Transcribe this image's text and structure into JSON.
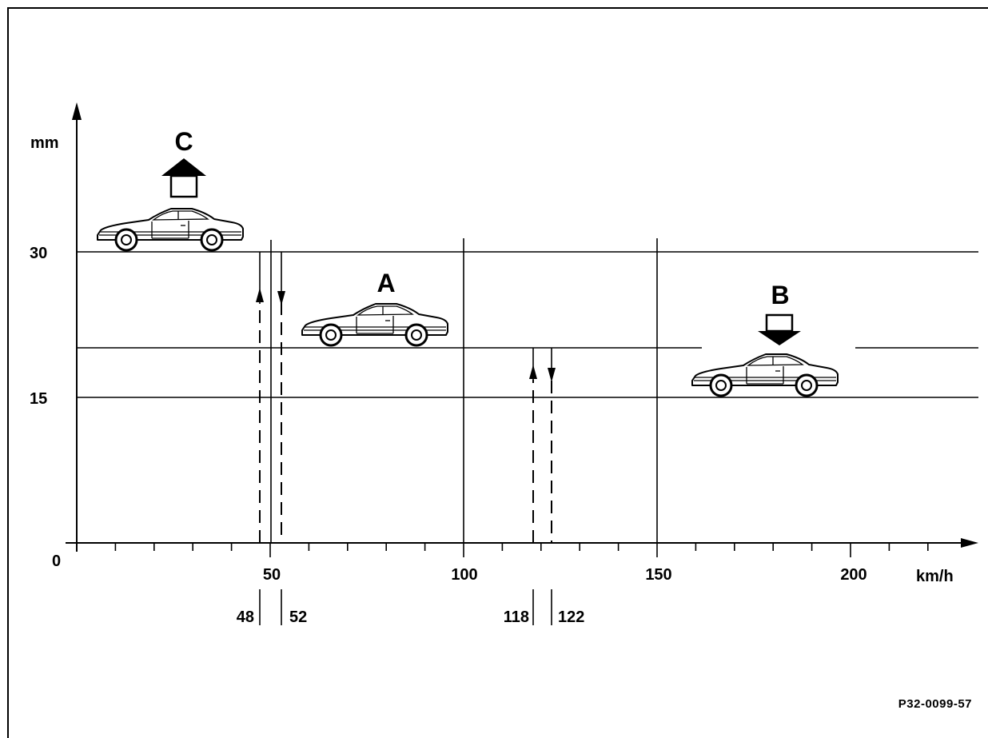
{
  "diagram": {
    "y_axis_unit": "mm",
    "x_axis_unit": "km/h",
    "origin_label": "0",
    "y_ticks": [
      {
        "value": 15,
        "label": "15"
      },
      {
        "value": 30,
        "label": "30"
      }
    ],
    "x_ticks": [
      {
        "value": 50,
        "label": "50"
      },
      {
        "value": 100,
        "label": "100"
      },
      {
        "value": 150,
        "label": "150"
      },
      {
        "value": 200,
        "label": "200"
      }
    ],
    "switch_points": [
      {
        "value": 48,
        "label": "48",
        "direction": "up"
      },
      {
        "value": 52,
        "label": "52",
        "direction": "down"
      },
      {
        "value": 118,
        "label": "118",
        "direction": "up"
      },
      {
        "value": 122,
        "label": "122",
        "direction": "down"
      }
    ],
    "cars": [
      {
        "letter": "C",
        "arrow": "up"
      },
      {
        "letter": "A",
        "arrow": "none"
      },
      {
        "letter": "B",
        "arrow": "down"
      }
    ],
    "reference_code": "P32-0099-57"
  }
}
